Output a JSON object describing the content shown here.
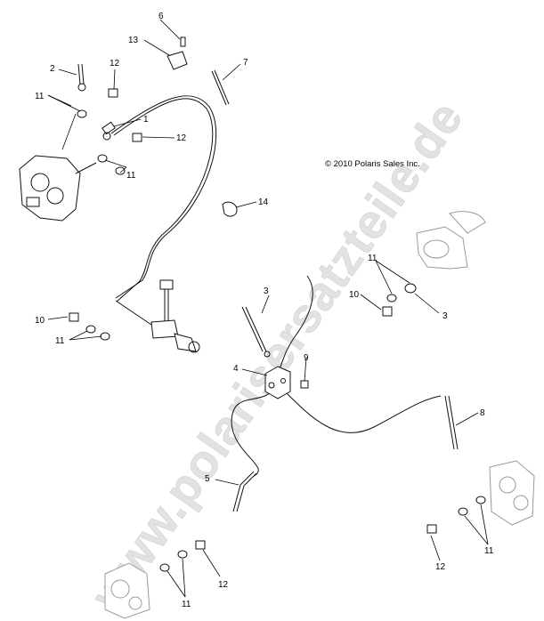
{
  "watermark": "www.polarisersatzteile.de",
  "copyright": "© 2010 Polaris Sales Inc.",
  "callouts": {
    "c1": "1",
    "c2": "2",
    "c3a": "3",
    "c3b": "3",
    "c4": "4",
    "c5": "5",
    "c6": "6",
    "c7": "7",
    "c8": "8",
    "c9": "9",
    "c10a": "10",
    "c10b": "10",
    "c11a": "11",
    "c11b": "11",
    "c11c": "11",
    "c11d": "11",
    "c11e": "11",
    "c11f": "11",
    "c12a": "12",
    "c12b": "12",
    "c12c": "12",
    "c12d": "12",
    "c13": "13",
    "c14": "14"
  }
}
